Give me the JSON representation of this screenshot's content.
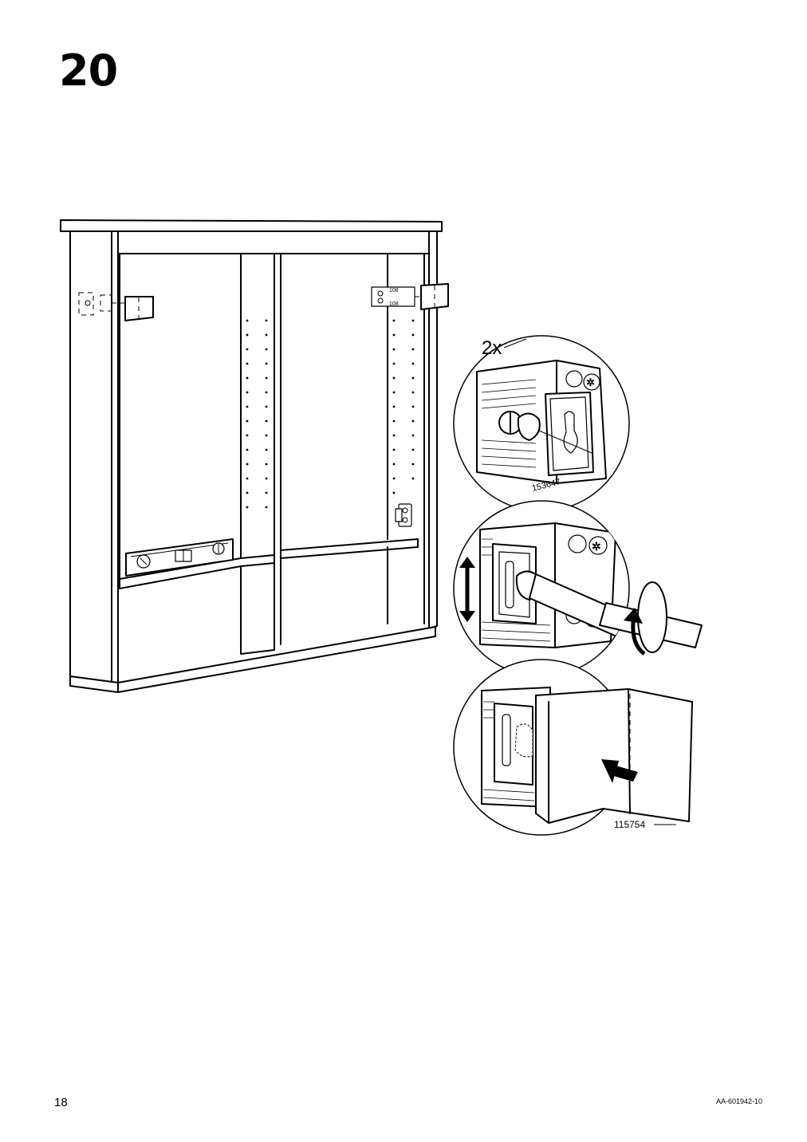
{
  "page": {
    "step_number": "20",
    "page_number": "18",
    "doc_code": "AA-601942-10"
  },
  "illustration": {
    "quantity_label": "2x",
    "part_number_bracket": "153647",
    "part_number_cover": "115754",
    "hinge_tag": "108"
  }
}
